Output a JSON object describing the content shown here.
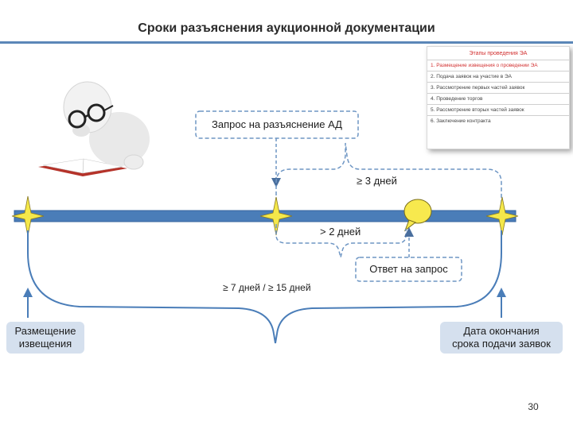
{
  "title": "Сроки разъяснения аукционной документации",
  "inset": {
    "header": "Этапы проведения ЭА",
    "items": [
      "1. Размещение извещения о проведении ЭА",
      "2. Подача заявок на участие в ЭА",
      "3. Рассмотрение первых частей заявок",
      "4. Проведение торгов",
      "5. Рассмотрение вторых частей заявок",
      "6. Заключение контракта"
    ]
  },
  "boxes": {
    "request": "Запрос на разъяснение АД",
    "answer": "Ответ на запрос",
    "placement_line1": "Размещение",
    "placement_line2": "извещения",
    "deadline_line1": "Дата окончания",
    "deadline_line2": "срока подачи заявок"
  },
  "intervals": {
    "min3": "≥ 3 дней",
    "gt2": "> 2 дней",
    "total": "≥ 7 дней / ≥ 15 дней"
  },
  "page_number": "30",
  "colors": {
    "timeline": "#4a7db8",
    "dashed": "#6e96c4",
    "star": "#f5e84a",
    "bubble": "#f7e94e",
    "box_fill": "#d5e0ee",
    "title_rule": "#5b87b8"
  }
}
